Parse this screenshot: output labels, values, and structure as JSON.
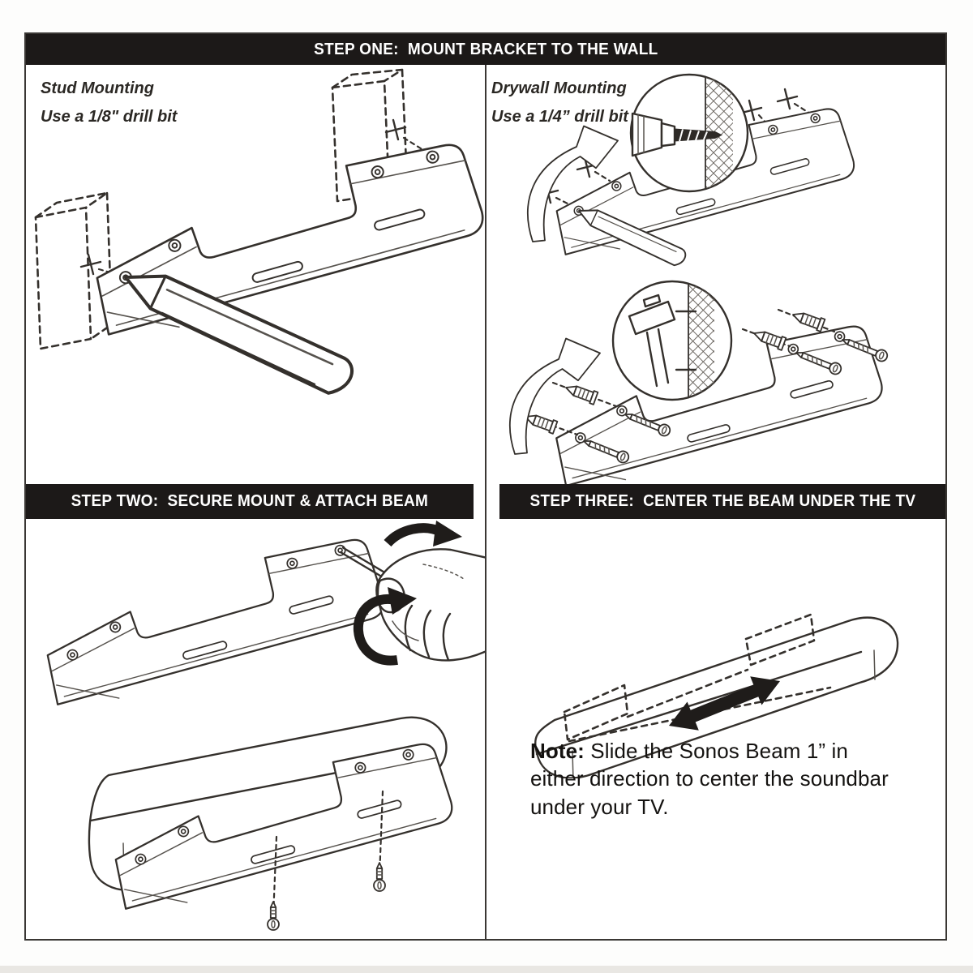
{
  "banners": {
    "step_one": "STEP ONE:  MOUNT BRACKET TO THE WALL",
    "step_two": "STEP TWO:  SECURE MOUNT & ATTACH BEAM",
    "step_three": "STEP THREE:  CENTER THE BEAM UNDER THE TV"
  },
  "panels": {
    "stud": {
      "heading_line1": "Stud Mounting",
      "heading_line2": "Use a 1/8\" drill bit"
    },
    "drywall": {
      "heading_line1": "Drywall Mounting",
      "heading_line2": "Use a 1/4” drill bit"
    },
    "note": {
      "label": "Note:",
      "text": "Slide the Sonos Beam 1” in either direction to center the soundbar under your TV."
    }
  },
  "colors": {
    "banner_bg": "#1c1918",
    "banner_text": "#ffffff",
    "line_ink": "#34302c",
    "paper": "#ffffff"
  }
}
